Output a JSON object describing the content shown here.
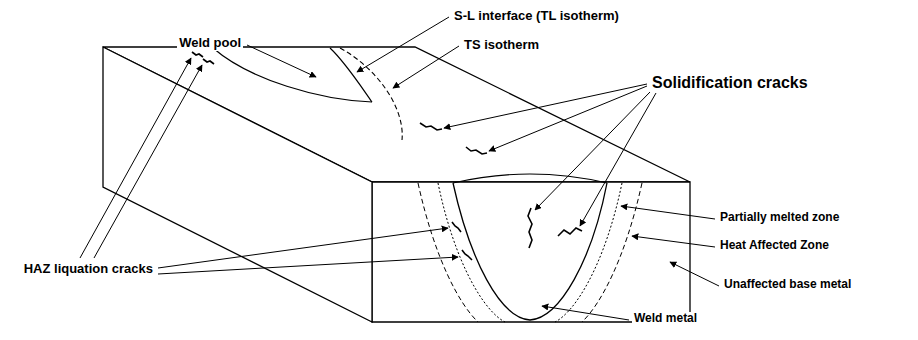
{
  "diagram": {
    "labels": [
      "Weld pool",
      "S-L interface (TL isotherm)",
      "TS isotherm",
      "Solidification cracks",
      "Partially melted zone",
      "Heat Affected Zone",
      "Unaffected base metal",
      "Weld metal",
      "HAZ liquation cracks"
    ]
  }
}
